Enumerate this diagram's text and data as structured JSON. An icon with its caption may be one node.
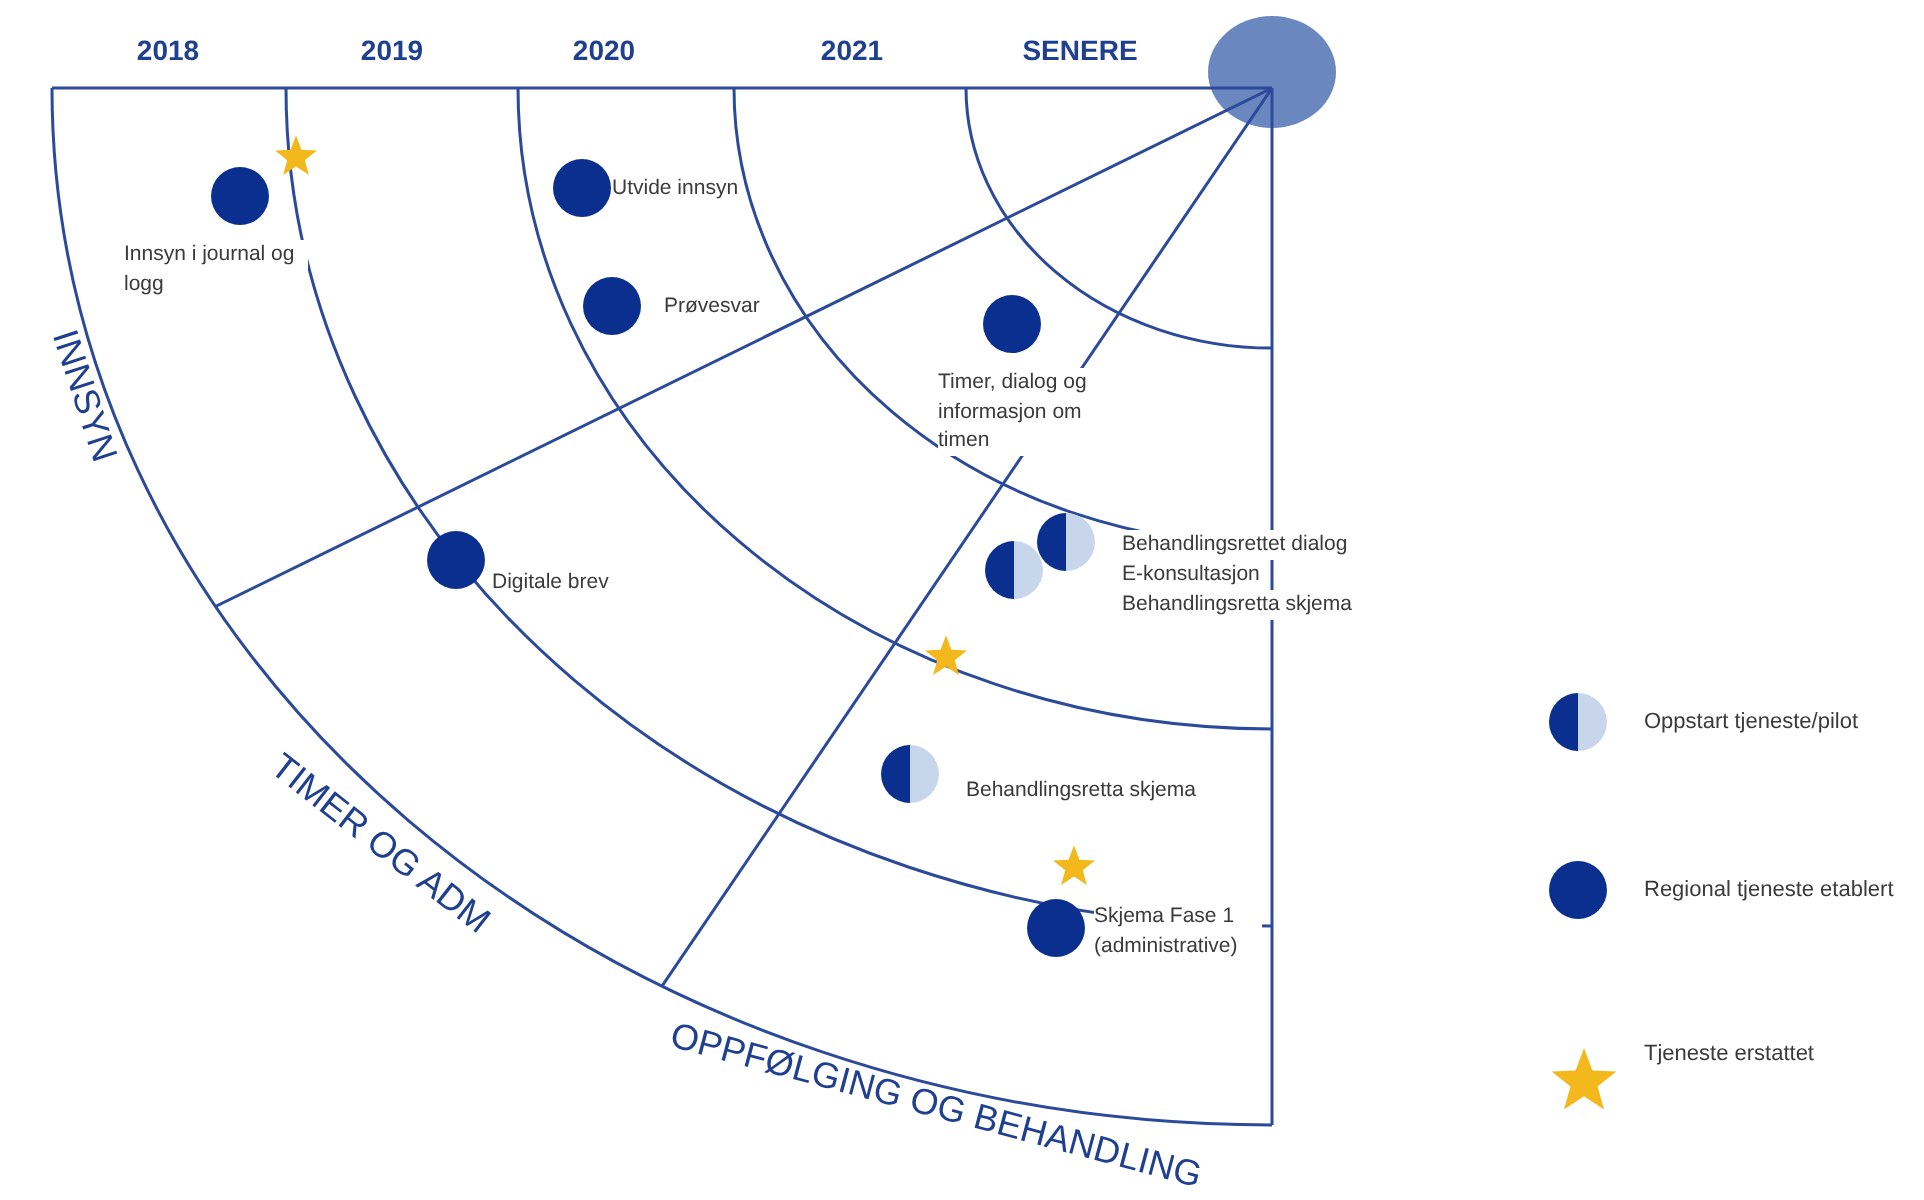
{
  "diagram": {
    "nodes": [
      {
        "text": [],
        "shape": "circle",
        "beside": [
          "Innsyn i journal og logg"
        ]
      },
      {
        "text": [],
        "shape": "star"
      },
      {
        "text": [],
        "shape": "circle",
        "beside": [
          "Utvide innsyn"
        ]
      },
      {
        "text": [],
        "shape": "circle",
        "beside": [
          "Prøvesvar"
        ]
      },
      {
        "text": [],
        "shape": "circle",
        "beside": [
          "Timer, dialog og informasjon om timen"
        ]
      },
      {
        "text": [],
        "shape": "half-circle",
        "beside": [
          "Behandlingsrettet dialog",
          "E-konsultasjon",
          "Behandlingsretta skjema"
        ]
      },
      {
        "text": [],
        "shape": "circle",
        "beside": [
          "Digitale brev"
        ]
      },
      {
        "text": [],
        "shape": "half-circle"
      },
      {
        "text": [],
        "shape": "star"
      },
      {
        "text": [],
        "shape": "half-circle",
        "beside": [
          "Behandlingsretta skjema"
        ]
      },
      {
        "text": [],
        "shape": "star"
      },
      {
        "text": [],
        "shape": "circle",
        "beside": [
          "Skjema  Fase 1 (administrative)"
        ]
      }
    ],
    "labels": [
      "2018",
      "2019",
      "2020",
      "2021",
      "SENERE",
      "INNSYN",
      "TIMER OG ADM",
      "OPPFØLGING OG BEHANDLING"
    ],
    "legend": [
      {
        "text": "Oppstart tjeneste/pilot"
      },
      {
        "text": "Regional tjeneste etablert"
      },
      {
        "text": "Tjeneste erstattet"
      }
    ]
  }
}
